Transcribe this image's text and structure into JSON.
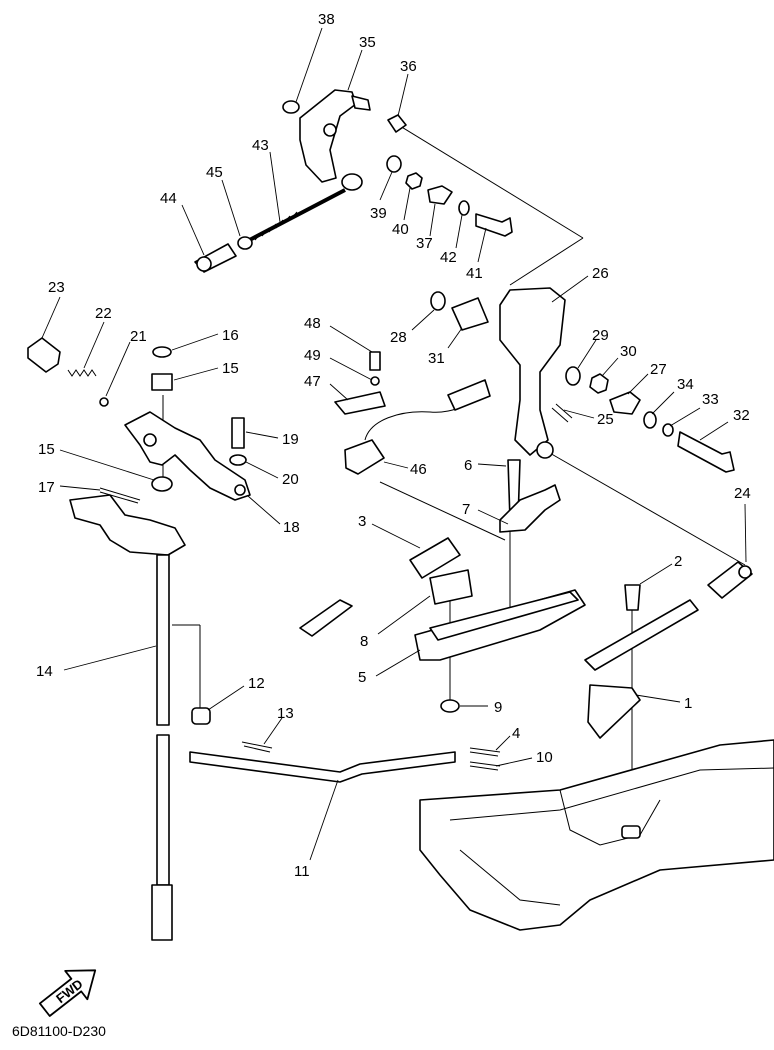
{
  "diagram": {
    "code": "6D81100-D230",
    "direction_label": "FWD",
    "callouts": {
      "c38": "38",
      "c35": "35",
      "c36": "36",
      "c43": "43",
      "c45": "45",
      "c44": "44",
      "c39": "39",
      "c40": "40",
      "c37": "37",
      "c42": "42",
      "c41": "41",
      "c23": "23",
      "c22": "22",
      "c21": "21",
      "c16": "16",
      "c15a": "15",
      "c26": "26",
      "c48": "48",
      "c28": "28",
      "c31": "31",
      "c29": "29",
      "c30": "30",
      "c49": "49",
      "c27": "27",
      "c34": "34",
      "c33": "33",
      "c32": "32",
      "c47": "47",
      "c19": "19",
      "c15b": "15",
      "c20": "20",
      "c25": "25",
      "c17": "17",
      "c46": "46",
      "c6": "6",
      "c18": "18",
      "c24": "24",
      "c7": "7",
      "c3": "3",
      "c2": "2",
      "c8": "8",
      "c5": "5",
      "c14": "14",
      "c12": "12",
      "c1": "1",
      "c9": "9",
      "c13": "13",
      "c4": "4",
      "c10": "10",
      "c11": "11"
    }
  }
}
